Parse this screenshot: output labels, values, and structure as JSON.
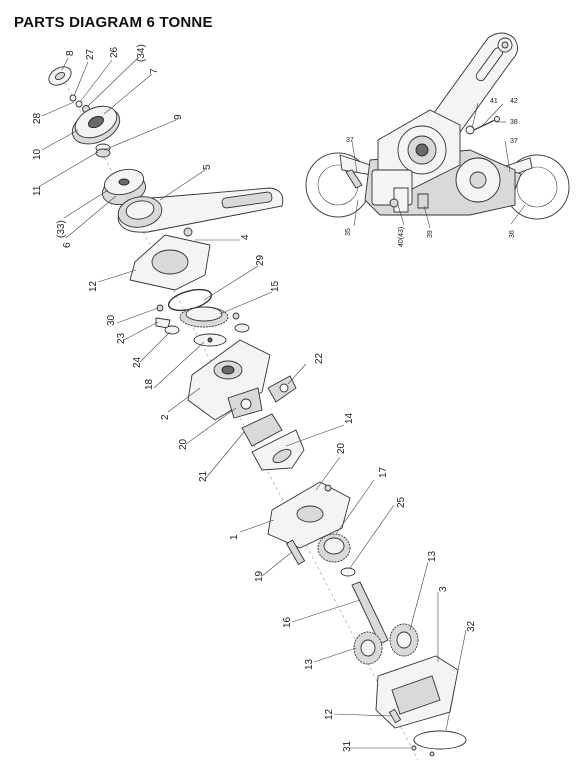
{
  "title": "PARTS DIAGRAM 6 TONNE",
  "labels": {
    "l8": "8",
    "l27": "27",
    "l26": "26",
    "l34": "(34)",
    "l7": "7",
    "l28": "28",
    "l10": "10",
    "l9": "9",
    "l11": "11",
    "l5": "5",
    "l33": "(33)",
    "l6": "6",
    "l4": "4",
    "l12a": "12",
    "l29": "29",
    "l15": "15",
    "l30": "30",
    "l23": "23",
    "l24": "24",
    "l18": "18",
    "l22": "22",
    "l2": "2",
    "l20a": "20",
    "l14": "14",
    "l21": "21",
    "l20b": "20",
    "l17": "17",
    "l25": "25",
    "l1": "1",
    "l19": "19",
    "l16": "16",
    "l13a": "13",
    "l3": "3",
    "l13b": "13",
    "l32": "32",
    "l12b": "12",
    "l31": "31",
    "l41": "41",
    "l42": "42",
    "l38": "38",
    "l37a": "37",
    "l37b": "37",
    "l35": "35",
    "l4043": "40(43)",
    "l39": "39",
    "l36": "36"
  }
}
